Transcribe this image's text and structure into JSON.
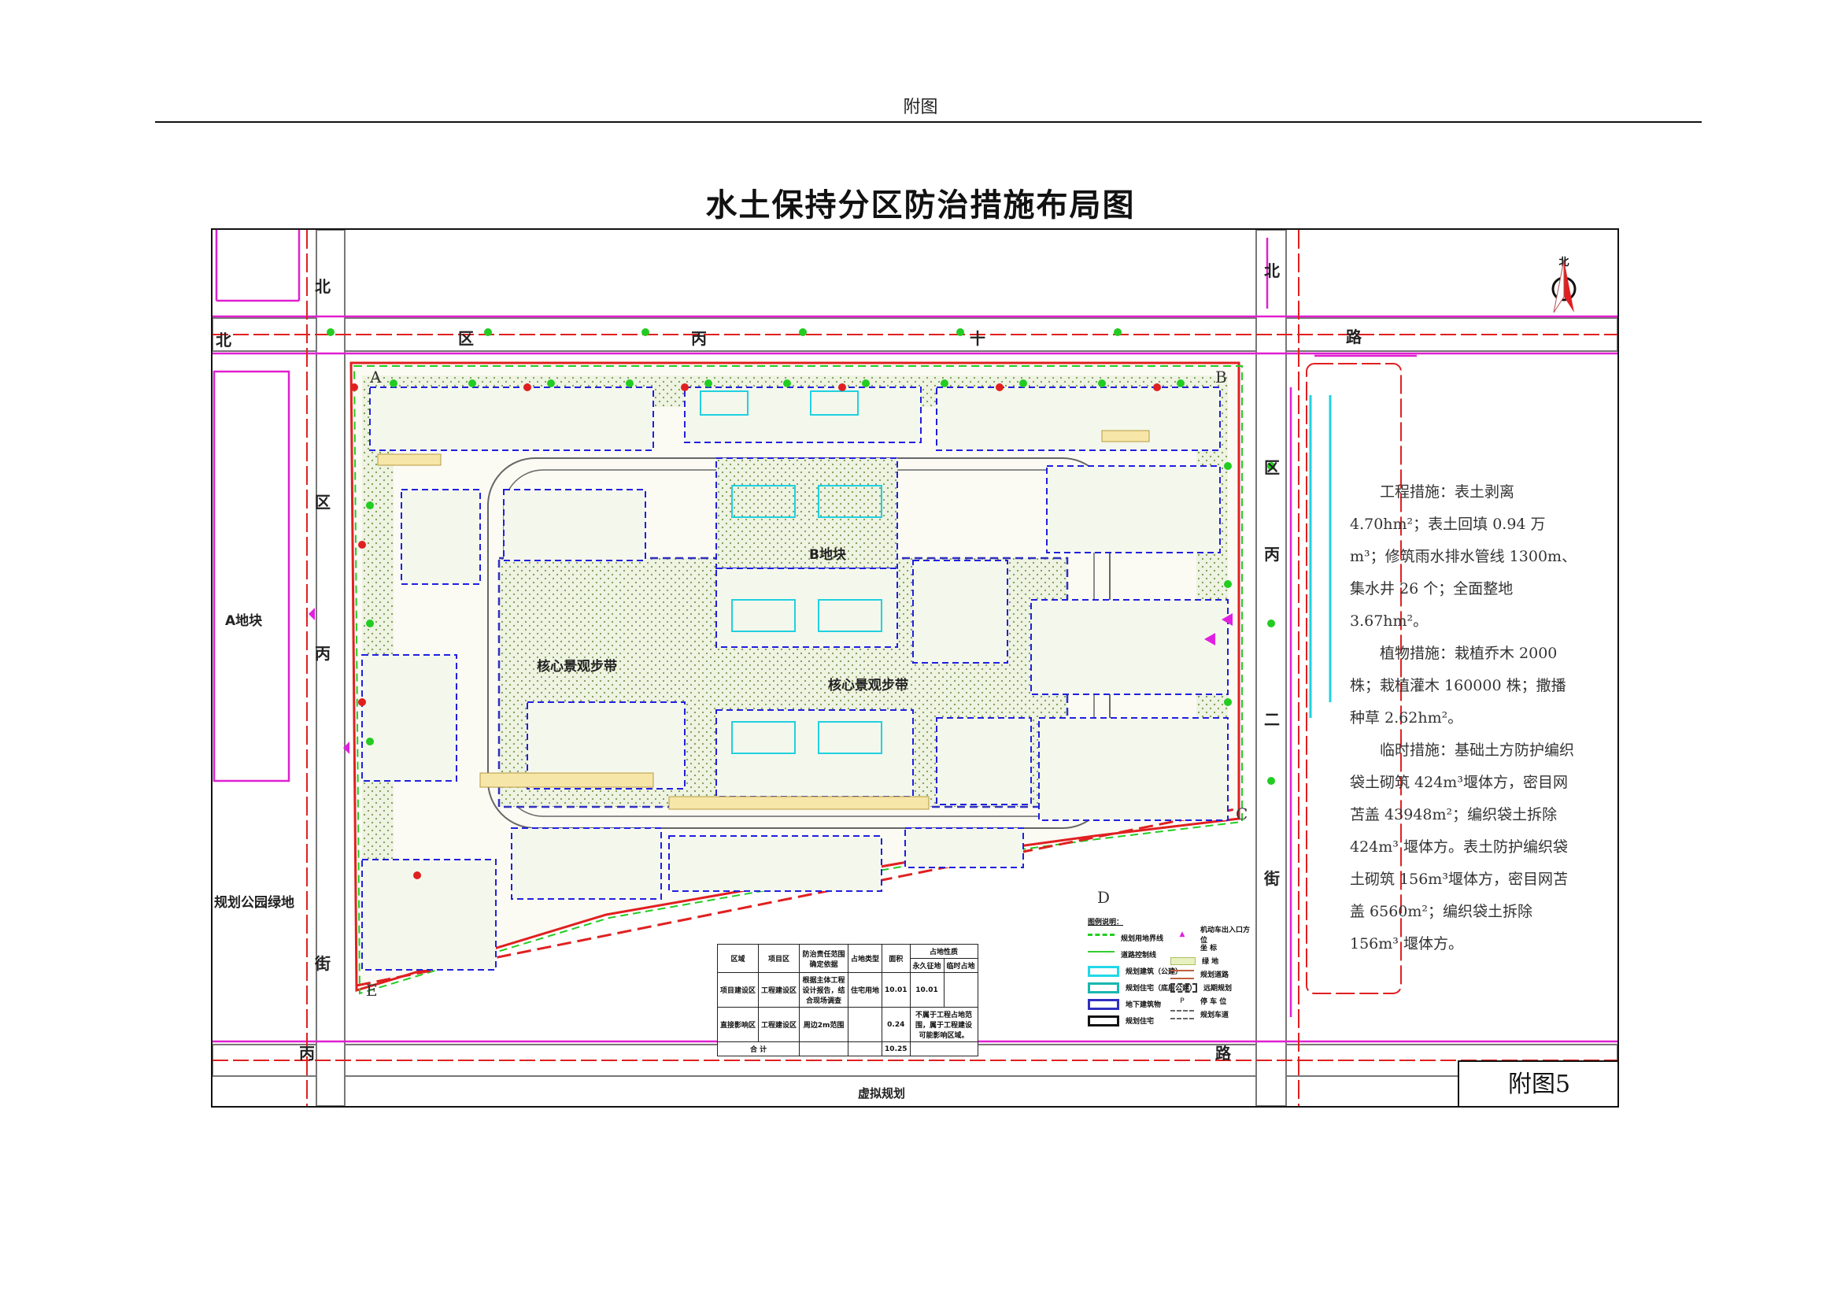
{
  "page_header": "附图",
  "title": "水土保持分区防治措施布局图",
  "figure_label": "附图5",
  "north_label": "北",
  "roads": {
    "top": [
      "北",
      "区",
      "丙",
      "十",
      "路"
    ],
    "top_left": "北",
    "left": [
      "北",
      "区",
      "丙",
      "街"
    ],
    "right": [
      "北",
      "区",
      "丙",
      "二",
      "街"
    ],
    "bottom": [
      "丙",
      "路"
    ]
  },
  "corners": [
    "A",
    "B",
    "C",
    "D",
    "E"
  ],
  "areas": {
    "core_landscape_1": "核心景观步带",
    "core_landscape_2": "核心景观步带",
    "plot_b": "B地块",
    "plot_a": "A地块",
    "park": "规划公园绿地",
    "virtual_plan": "虚拟规划"
  },
  "notes": [
    "工程措施：表土剥离 4.70hm²；表土回填 0.94 万 m³；修筑雨水排水管线 1300m、集水井 26 个；全面整地 3.67hm²。",
    "植物措施：栽植乔木 2000 株；栽植灌木 160000 株；撒播种草 2.62hm²。",
    "临时措施：基础土方防护编织袋土砌筑 424m³堰体方，密目网苫盖 43948m²；编织袋土拆除 424m³ 堰体方。表土防护编织袋土砌筑 156m³堰体方，密目网苫盖 6560m²；编织袋土拆除 156m³ 堰体方。"
  ],
  "table": {
    "headers": [
      "区域",
      "项目区",
      "防治责任范围确定依据",
      "占地类型",
      "面积",
      "占地性质"
    ],
    "sub_headers": [
      "永久征地",
      "临时占地"
    ],
    "rows": [
      {
        "zone": "项目建设区",
        "project": "工程建设区",
        "basis": "根据主体工程设计报告，结合现场调查",
        "land_type": "住宅用地",
        "area": "10.01",
        "permanent": "10.01",
        "temporary": ""
      },
      {
        "zone": "直接影响区",
        "project": "工程建设区",
        "basis": "周边2m范围",
        "land_type": "",
        "area": "0.24",
        "note": "不属于工程占地范围，属于工程建设可能影响区域。"
      }
    ],
    "total_label": "合  计",
    "total_area": "10.25"
  },
  "legend": {
    "title": "图例说明：",
    "left": [
      {
        "label": "规划用地界线",
        "color": "#22cc22"
      },
      {
        "label": "道路控制线",
        "color": "#33cc33"
      },
      {
        "label": "规划建筑（公建）",
        "color": "#22d8e8"
      },
      {
        "label": "规划住宅（底层公建）",
        "color": "#18b8b0"
      },
      {
        "label": "地下建筑物",
        "color": "#3030c0"
      },
      {
        "label": "规划住宅",
        "color": "#111111"
      }
    ],
    "right": [
      {
        "label": "机动车出入口方位",
        "color": "#e020e0"
      },
      {
        "label": "坐  标"
      },
      {
        "label": "绿  地",
        "color": "#a8c060"
      },
      {
        "label": "规划道路"
      },
      {
        "label": "远期规划"
      },
      {
        "label": "停 车 位",
        "symbol": "P"
      },
      {
        "label": "规划车道"
      }
    ]
  },
  "colors": {
    "boundary_red": "#e02020",
    "magenta": "#e020d0",
    "green": "#22cc22",
    "blue": "#2020e0",
    "cyan": "#20d0e0",
    "road_gray": "#888888",
    "landscape": "#e8f0d8"
  }
}
